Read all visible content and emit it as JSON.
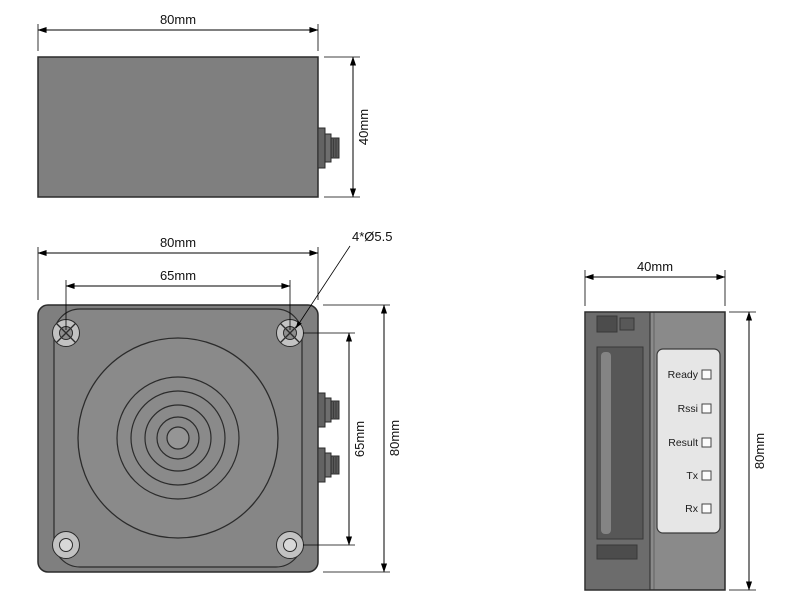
{
  "top_view": {
    "width_label": "80mm",
    "height_label": "40mm"
  },
  "front_view": {
    "outer_width_label": "80mm",
    "hole_spacing_width_label": "65mm",
    "hole_spacing_height_label": "65mm",
    "outer_height_label": "80mm",
    "holes_label": "4*Ø5.5"
  },
  "side_view": {
    "width_label": "40mm",
    "height_label": "80mm",
    "leds": [
      {
        "label": "Ready"
      },
      {
        "label": "Rssi"
      },
      {
        "label": "Result"
      },
      {
        "label": "Tx"
      },
      {
        "label": "Rx"
      }
    ]
  },
  "colors": {
    "background": "#ffffff",
    "body_gray": "#7f7f7f",
    "body_gray_light": "#868686",
    "body_gray_dark": "#6c6c6c",
    "panel_gray": "#e6e6e6",
    "screw_ring_gray": "#c2c2c2",
    "outline": "#2b2b2b"
  }
}
